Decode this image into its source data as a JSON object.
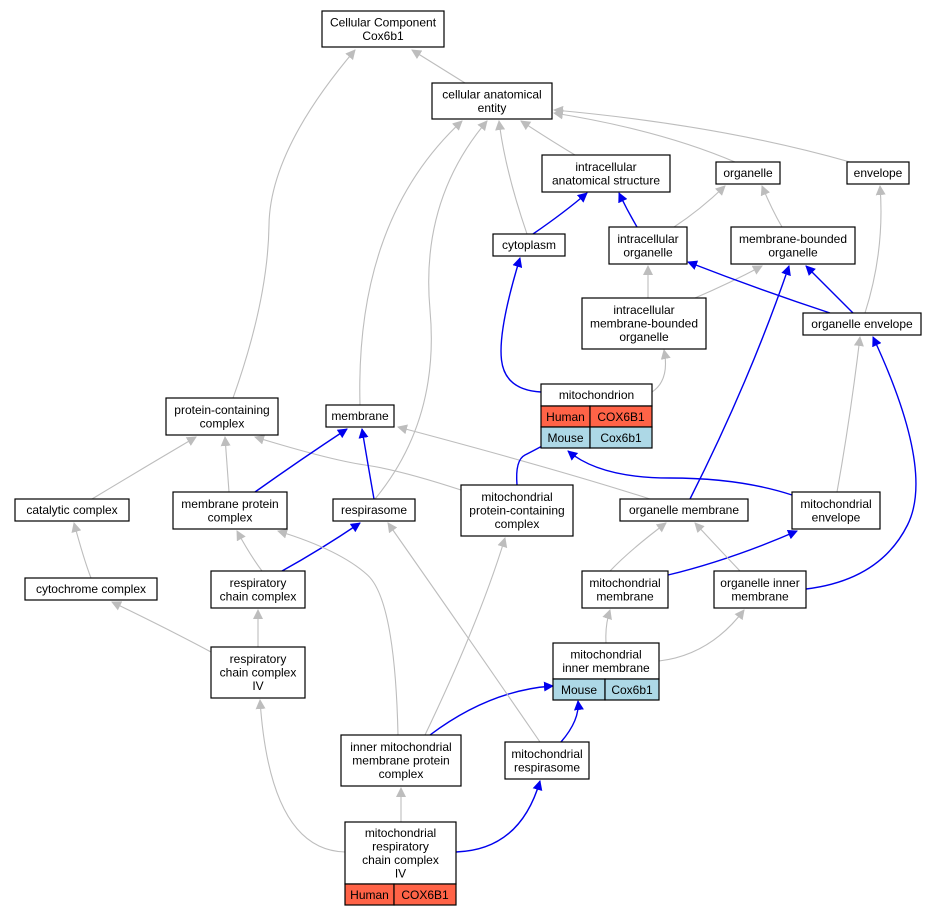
{
  "colors": {
    "edge_default": "#bdbdbd",
    "edge_highlight": "#0000ee",
    "human_fill": "#ff6347",
    "mouse_fill": "#add8e6"
  },
  "nodes": {
    "root": [
      "Cellular Component",
      "Cox6b1"
    ],
    "cellular_anatomical_entity": [
      "cellular anatomical",
      "entity"
    ],
    "intracellular_anatomical_structure": [
      "intracellular",
      "anatomical structure"
    ],
    "organelle": [
      "organelle"
    ],
    "envelope": [
      "envelope"
    ],
    "cytoplasm": [
      "cytoplasm"
    ],
    "intracellular_organelle": [
      "intracellular",
      "organelle"
    ],
    "membrane_bounded_organelle": [
      "membrane-bounded",
      "organelle"
    ],
    "intracellular_membrane_bounded_organelle": [
      "intracellular",
      "membrane-bounded",
      "organelle"
    ],
    "organelle_envelope": [
      "organelle envelope"
    ],
    "mitochondrion": [
      "mitochondrion"
    ],
    "protein_containing_complex": [
      "protein-containing",
      "complex"
    ],
    "membrane": [
      "membrane"
    ],
    "catalytic_complex": [
      "catalytic complex"
    ],
    "membrane_protein_complex": [
      "membrane protein",
      "complex"
    ],
    "respirasome": [
      "respirasome"
    ],
    "mitochondrial_protein_containing_complex": [
      "mitochondrial",
      "protein-containing",
      "complex"
    ],
    "organelle_membrane": [
      "organelle membrane"
    ],
    "mitochondrial_envelope": [
      "mitochondrial",
      "envelope"
    ],
    "cytochrome_complex": [
      "cytochrome complex"
    ],
    "respiratory_chain_complex": [
      "respiratory",
      "chain complex"
    ],
    "mitochondrial_membrane": [
      "mitochondrial",
      "membrane"
    ],
    "organelle_inner_membrane": [
      "organelle inner",
      "membrane"
    ],
    "respiratory_chain_complex_iv": [
      "respiratory",
      "chain complex",
      "IV"
    ],
    "mitochondrial_inner_membrane": [
      "mitochondrial",
      "inner membrane"
    ],
    "inner_mitochondrial_membrane_protein_complex": [
      "inner mitochondrial",
      "membrane protein",
      "complex"
    ],
    "mitochondrial_respirasome": [
      "mitochondrial",
      "respirasome"
    ],
    "mitochondrial_respiratory_chain_complex_iv": [
      "mitochondrial",
      "respiratory",
      "chain complex",
      "IV"
    ]
  },
  "annotations": {
    "mitochondrion": [
      {
        "species": "Human",
        "gene": "COX6B1",
        "color": "#ff6347"
      },
      {
        "species": "Mouse",
        "gene": "Cox6b1",
        "color": "#add8e6"
      }
    ],
    "mitochondrial_inner_membrane": [
      {
        "species": "Mouse",
        "gene": "Cox6b1",
        "color": "#add8e6"
      }
    ],
    "mitochondrial_respiratory_chain_complex_iv": [
      {
        "species": "Human",
        "gene": "COX6B1",
        "color": "#ff6347"
      }
    ]
  },
  "edges": [
    {
      "from": "cellular_anatomical_entity",
      "to": "root",
      "highlight": false
    },
    {
      "from": "protein_containing_complex",
      "to": "root",
      "highlight": false
    },
    {
      "from": "intracellular_anatomical_structure",
      "to": "cellular_anatomical_entity",
      "highlight": false
    },
    {
      "from": "organelle",
      "to": "cellular_anatomical_entity",
      "highlight": false
    },
    {
      "from": "envelope",
      "to": "cellular_anatomical_entity",
      "highlight": false
    },
    {
      "from": "cytoplasm",
      "to": "cellular_anatomical_entity",
      "highlight": false
    },
    {
      "from": "membrane",
      "to": "cellular_anatomical_entity",
      "highlight": false
    },
    {
      "from": "respirasome",
      "to": "cellular_anatomical_entity",
      "highlight": false
    },
    {
      "from": "cytoplasm",
      "to": "intracellular_anatomical_structure",
      "highlight": true
    },
    {
      "from": "intracellular_organelle",
      "to": "intracellular_anatomical_structure",
      "highlight": true
    },
    {
      "from": "intracellular_organelle",
      "to": "organelle",
      "highlight": false
    },
    {
      "from": "membrane_bounded_organelle",
      "to": "organelle",
      "highlight": false
    },
    {
      "from": "intracellular_membrane_bounded_organelle",
      "to": "intracellular_organelle",
      "highlight": false
    },
    {
      "from": "intracellular_membrane_bounded_organelle",
      "to": "membrane_bounded_organelle",
      "highlight": false
    },
    {
      "from": "organelle_envelope",
      "to": "envelope",
      "highlight": false
    },
    {
      "from": "organelle_envelope",
      "to": "intracellular_organelle",
      "highlight": true
    },
    {
      "from": "organelle_envelope",
      "to": "membrane_bounded_organelle",
      "highlight": true
    },
    {
      "from": "mitochondrion",
      "to": "cytoplasm",
      "highlight": true
    },
    {
      "from": "mitochondrion",
      "to": "intracellular_membrane_bounded_organelle",
      "highlight": false
    },
    {
      "from": "organelle_membrane",
      "to": "membrane_bounded_organelle",
      "highlight": true
    },
    {
      "from": "catalytic_complex",
      "to": "protein_containing_complex",
      "highlight": false
    },
    {
      "from": "membrane_protein_complex",
      "to": "protein_containing_complex",
      "highlight": false
    },
    {
      "from": "mitochondrial_protein_containing_complex",
      "to": "protein_containing_complex",
      "highlight": false
    },
    {
      "from": "membrane_protein_complex",
      "to": "membrane",
      "highlight": true
    },
    {
      "from": "respirasome",
      "to": "membrane",
      "highlight": true
    },
    {
      "from": "organelle_membrane",
      "to": "membrane",
      "highlight": false
    },
    {
      "from": "mitochondrial_protein_containing_complex",
      "to": "mitochondrion",
      "highlight": true
    },
    {
      "from": "mitochondrial_envelope",
      "to": "mitochondrion",
      "highlight": true
    },
    {
      "from": "mitochondrial_envelope",
      "to": "organelle_envelope",
      "highlight": false
    },
    {
      "from": "organelle_inner_membrane",
      "to": "organelle_envelope",
      "highlight": true
    },
    {
      "from": "cytochrome_complex",
      "to": "catalytic_complex",
      "highlight": false
    },
    {
      "from": "respiratory_chain_complex",
      "to": "membrane_protein_complex",
      "highlight": false
    },
    {
      "from": "respiratory_chain_complex",
      "to": "respirasome",
      "highlight": true
    },
    {
      "from": "mitochondrial_membrane",
      "to": "organelle_membrane",
      "highlight": false
    },
    {
      "from": "mitochondrial_membrane",
      "to": "mitochondrial_envelope",
      "highlight": true
    },
    {
      "from": "organelle_inner_membrane",
      "to": "organelle_membrane",
      "highlight": false
    },
    {
      "from": "respiratory_chain_complex_iv",
      "to": "cytochrome_complex",
      "highlight": false
    },
    {
      "from": "respiratory_chain_complex_iv",
      "to": "respiratory_chain_complex",
      "highlight": false
    },
    {
      "from": "mitochondrial_inner_membrane",
      "to": "mitochondrial_membrane",
      "highlight": false
    },
    {
      "from": "mitochondrial_inner_membrane",
      "to": "organelle_inner_membrane",
      "highlight": false
    },
    {
      "from": "inner_mitochondrial_membrane_protein_complex",
      "to": "membrane_protein_complex",
      "highlight": false
    },
    {
      "from": "inner_mitochondrial_membrane_protein_complex",
      "to": "mitochondrial_protein_containing_complex",
      "highlight": false
    },
    {
      "from": "inner_mitochondrial_membrane_protein_complex",
      "to": "mitochondrial_inner_membrane",
      "highlight": true
    },
    {
      "from": "mitochondrial_respirasome",
      "to": "respirasome",
      "highlight": false
    },
    {
      "from": "mitochondrial_respirasome",
      "to": "mitochondrial_inner_membrane",
      "highlight": true
    },
    {
      "from": "mitochondrial_respiratory_chain_complex_iv",
      "to": "respiratory_chain_complex_iv",
      "highlight": false
    },
    {
      "from": "mitochondrial_respiratory_chain_complex_iv",
      "to": "inner_mitochondrial_membrane_protein_complex",
      "highlight": false
    },
    {
      "from": "mitochondrial_respiratory_chain_complex_iv",
      "to": "mitochondrial_respirasome",
      "highlight": true
    }
  ]
}
